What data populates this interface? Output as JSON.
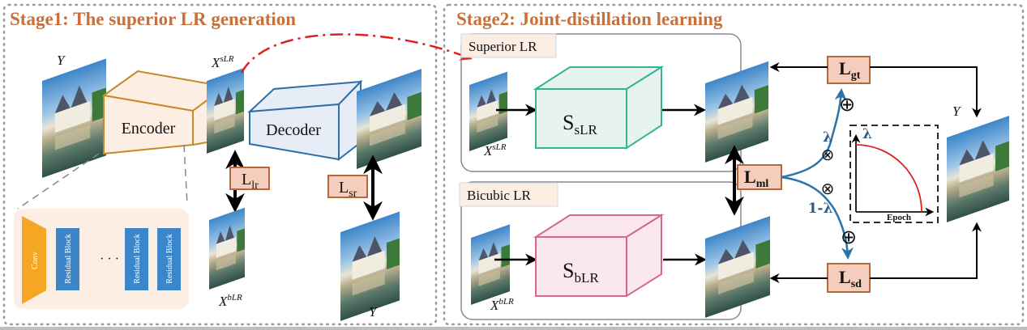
{
  "stage1": {
    "title": "Stage1: The superior LR generation",
    "encoder_label": "Encoder",
    "decoder_label": "Decoder",
    "conv_label": "Conv",
    "residual_block_label": "Residual Block",
    "ellipsis": "· · ·",
    "image_labels": {
      "y_input": "Y",
      "x_slr_base": "X",
      "x_slr_sup": "sLR",
      "x_blr_base": "X",
      "x_blr_sup": "bLR",
      "y_output": "Y"
    },
    "losses": {
      "lr_base": "L",
      "lr_sub": "lr",
      "sr_base": "L",
      "sr_sub": "sr"
    }
  },
  "stage2": {
    "title": "Stage2: Joint-distillation learning",
    "superior_tag": "Superior LR",
    "bicubic_tag": "Bicubic LR",
    "student_slr_base": "S",
    "student_slr_sub": "sLR",
    "student_blr_base": "S",
    "student_blr_sub": "bLR",
    "image_labels": {
      "x_slr_base": "X",
      "x_slr_sup": "sLR",
      "x_blr_base": "X",
      "x_blr_sup": "bLR",
      "y": "Y"
    },
    "losses": {
      "gt_base": "L",
      "gt_sub": "gt",
      "ml_base": "L",
      "ml_sub": "ml",
      "sd_base": "L",
      "sd_sub": "sd"
    },
    "weights": {
      "lambda": "λ",
      "one_minus_lambda": "1-λ",
      "multiply_symbol": "⊗",
      "plus_symbol": "⊕"
    },
    "schedule_plot": {
      "y_label": "λ",
      "x_label": "Epoch"
    }
  },
  "colors": {
    "title": "#c8703a",
    "encoder_stroke": "#c48a2a",
    "encoder_fill": "#fdeee4",
    "decoder_stroke": "#2f6ea6",
    "decoder_fill": "#e6edf7",
    "conv_fill": "#f5a623",
    "residual_fill": "#3a86c8",
    "detail_panel_fill": "#fdeee4",
    "loss_fill": "#f4cdbd",
    "loss_stroke": "#b5683b",
    "student_slr_fill": "#e6f3ef",
    "student_slr_stroke": "#35b594",
    "student_blr_fill": "#fbe7ef",
    "student_blr_stroke": "#d9668f",
    "transfer_arrow": "#e02020",
    "weight_flow": "#2a74a8",
    "schedule_curve": "#e02020"
  }
}
